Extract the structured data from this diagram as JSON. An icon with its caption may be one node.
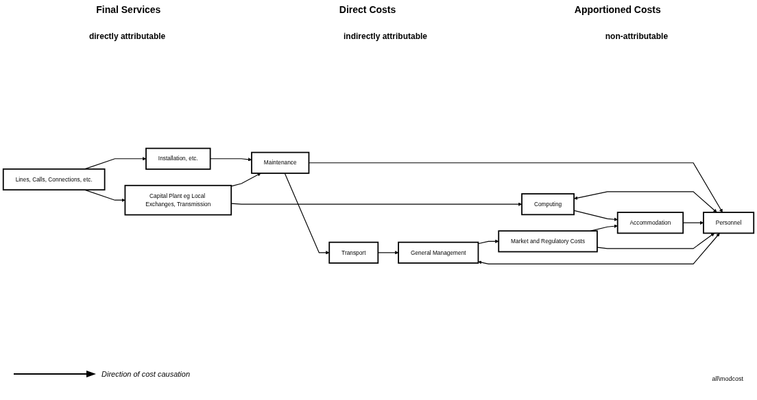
{
  "diagram": {
    "nodes": [
      {
        "text": [
          "Lines, Calls, Connections, etc."
        ]
      },
      {
        "text": [
          "Installation, etc."
        ]
      },
      {
        "text": [
          "Capital Plant eg Local Exchanges, Transmission"
        ]
      },
      {
        "text": [
          "Maintenance"
        ]
      },
      {
        "text": [
          "Transport"
        ]
      },
      {
        "text": [
          "General Management"
        ]
      },
      {
        "text": [
          "Computing"
        ]
      },
      {
        "text": [
          "Accommodation"
        ]
      },
      {
        "text": [
          "Market and Regulatory Costs"
        ]
      },
      {
        "text": [
          "Personnel"
        ]
      }
    ],
    "edges": [
      {
        "from": 0,
        "to": 1,
        "arrow": "to"
      },
      {
        "from": 0,
        "to": 2,
        "arrow": "to"
      },
      {
        "from": 1,
        "to": 3,
        "arrow": "to"
      },
      {
        "from": 2,
        "to": 3,
        "arrow": "to"
      },
      {
        "from": 2,
        "to": 6,
        "arrow": "to"
      },
      {
        "from": 3,
        "to": 4,
        "arrow": "to"
      },
      {
        "from": 4,
        "to": 5,
        "arrow": "to"
      },
      {
        "from": 3,
        "to": 9,
        "arrow": "to"
      },
      {
        "from": 9,
        "to": 5,
        "arrow": "both"
      },
      {
        "from": 5,
        "to": 8,
        "arrow": "to"
      },
      {
        "from": 6,
        "to": 7,
        "arrow": "to"
      },
      {
        "from": 6,
        "to": 9,
        "arrow": "both"
      },
      {
        "from": 8,
        "to": 7,
        "arrow": "to"
      },
      {
        "from": 7,
        "to": 9,
        "arrow": "to"
      },
      {
        "from": 8,
        "to": 9,
        "arrow": "to"
      }
    ],
    "labels": [
      "Final Services",
      "Direct Costs",
      "Apportioned Costs",
      "directly attributable",
      "indirectly attributable",
      "non-attributable",
      "all\\modcost"
    ],
    "legend": [
      {
        "text": "Direction of cost causation"
      }
    ]
  }
}
